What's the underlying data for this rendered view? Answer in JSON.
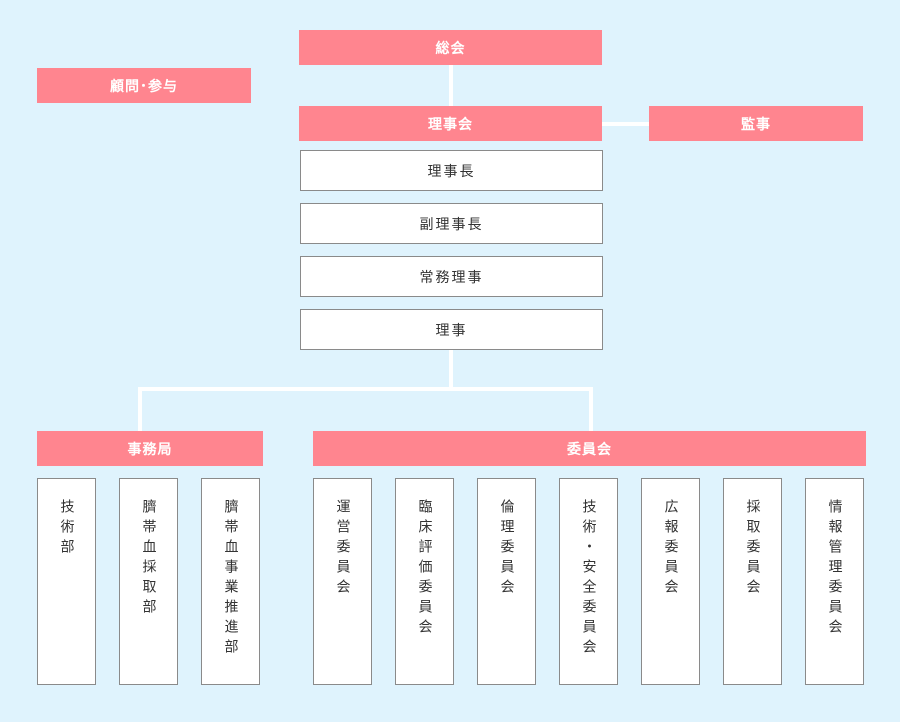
{
  "chart": {
    "general_assembly": "総会",
    "advisors": "顧問･参与",
    "board": "理事会",
    "auditor": "監事",
    "officers": [
      "理事長",
      "副理事長",
      "常務理事",
      "理事"
    ],
    "secretariat": {
      "title": "事務局",
      "departments": [
        "技術部",
        "臍帯血採取部",
        "臍帯血事業推進部"
      ]
    },
    "committees": {
      "title": "委員会",
      "items": [
        "運営委員会",
        "臨床評価委員会",
        "倫理委員会",
        "技術・安全委員会",
        "広報委員会",
        "採取委員会",
        "情報管理委員会"
      ]
    }
  },
  "colors": {
    "background": "#dff3fd",
    "accent": "#ff858f",
    "connector": "#ffffff",
    "box_border": "#8a8a8a"
  }
}
